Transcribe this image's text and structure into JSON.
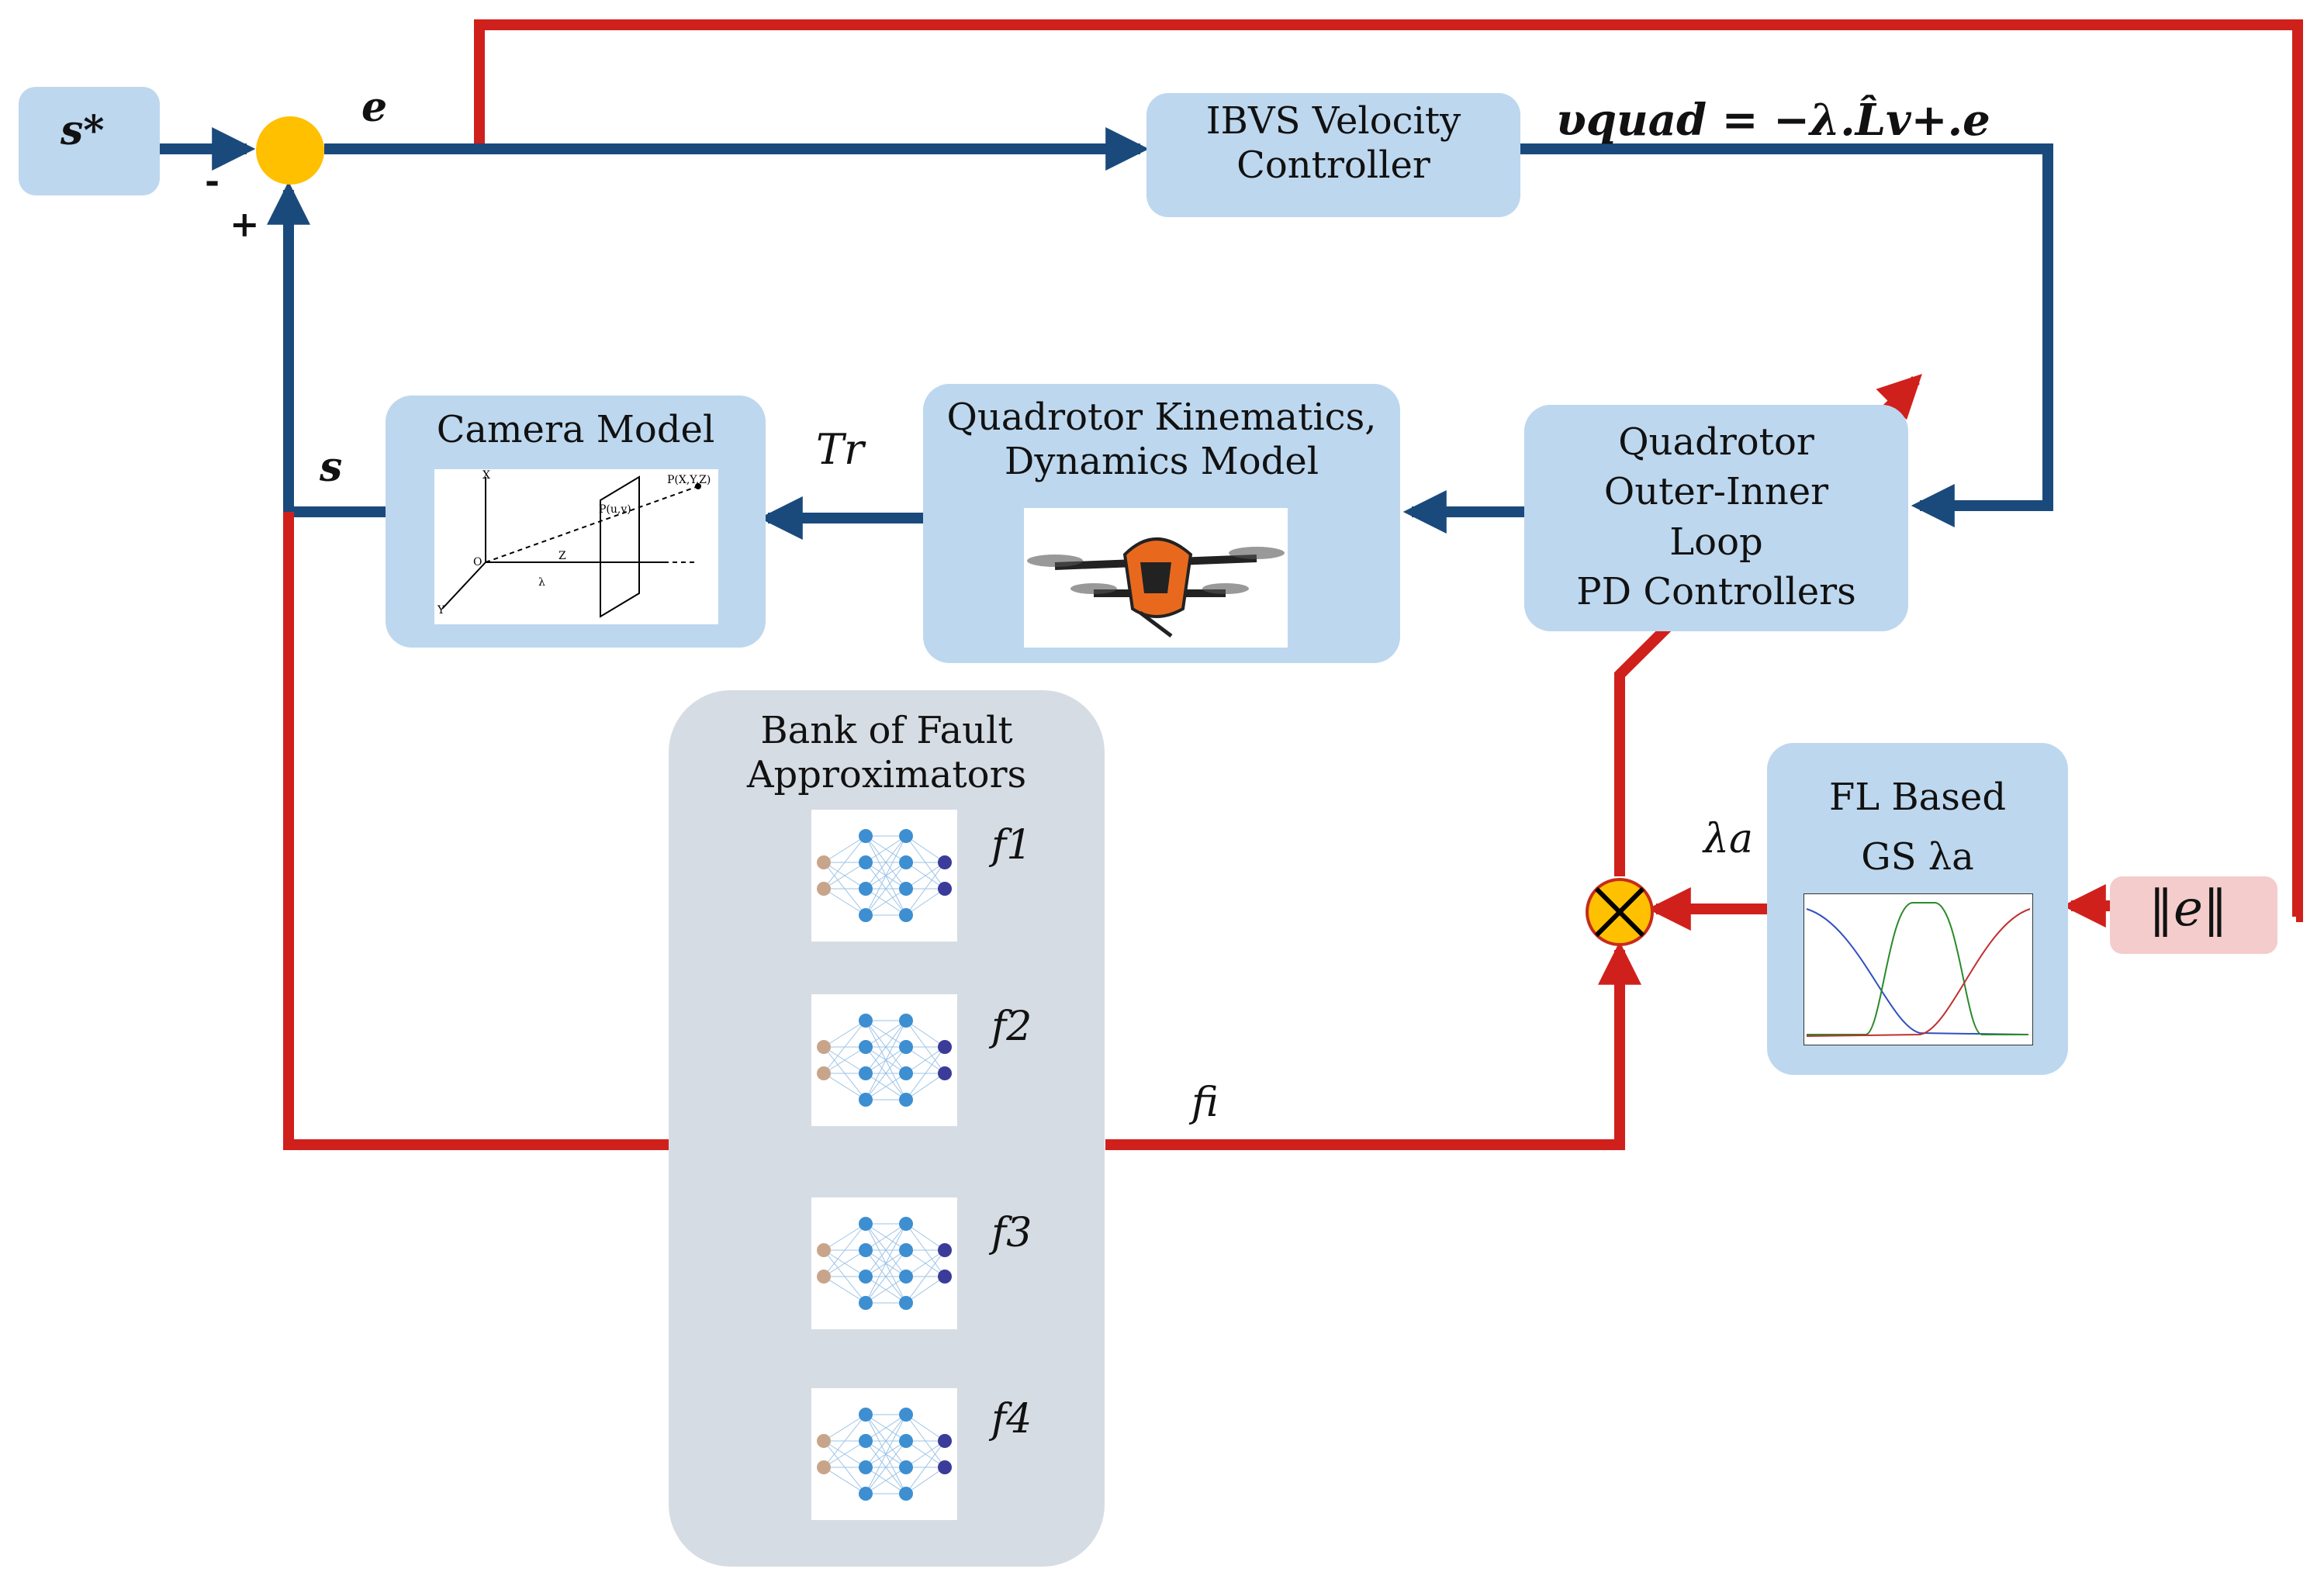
{
  "colors": {
    "blue_box": "#bdd7ee",
    "bank": "#d6dce4",
    "blue_line": "#1a4a7c",
    "red_line": "#d0201c",
    "sum_node": "#ffc000",
    "norm_box": "#f4cccc"
  },
  "labels": {
    "setpoint": "s*",
    "error": "e",
    "minus": "-",
    "plus": "+",
    "feedback_s": "s",
    "ibvs_line1": "IBVS Velocity",
    "ibvs_line2": "Controller",
    "vquad_eq": "υquad = −λ.L̂v+.e",
    "camera_title": "Camera Model",
    "tr": "Tr",
    "kin_line1": "Quadrotor Kinematics,",
    "kin_line2": "Dynamics Model",
    "pd_line1": "Quadrotor",
    "pd_line2": "Outer-Inner",
    "pd_line3": "Loop",
    "pd_line4": "PD Controllers",
    "bank_line1": "Bank of Fault",
    "bank_line2": "Approximators",
    "f1": "f1",
    "f2": "f2",
    "f3": "f3",
    "f4": "f4",
    "fi": "fi",
    "fl_line1": "FL Based",
    "fl_line2": "GS λa",
    "lambda_a": "λa",
    "norm_e": "‖e‖"
  },
  "icons": [
    "sum-node",
    "multiply-node",
    "camera-projection-figure",
    "quadrotor-drone-image",
    "neural-network-icon",
    "membership-function-plot"
  ]
}
